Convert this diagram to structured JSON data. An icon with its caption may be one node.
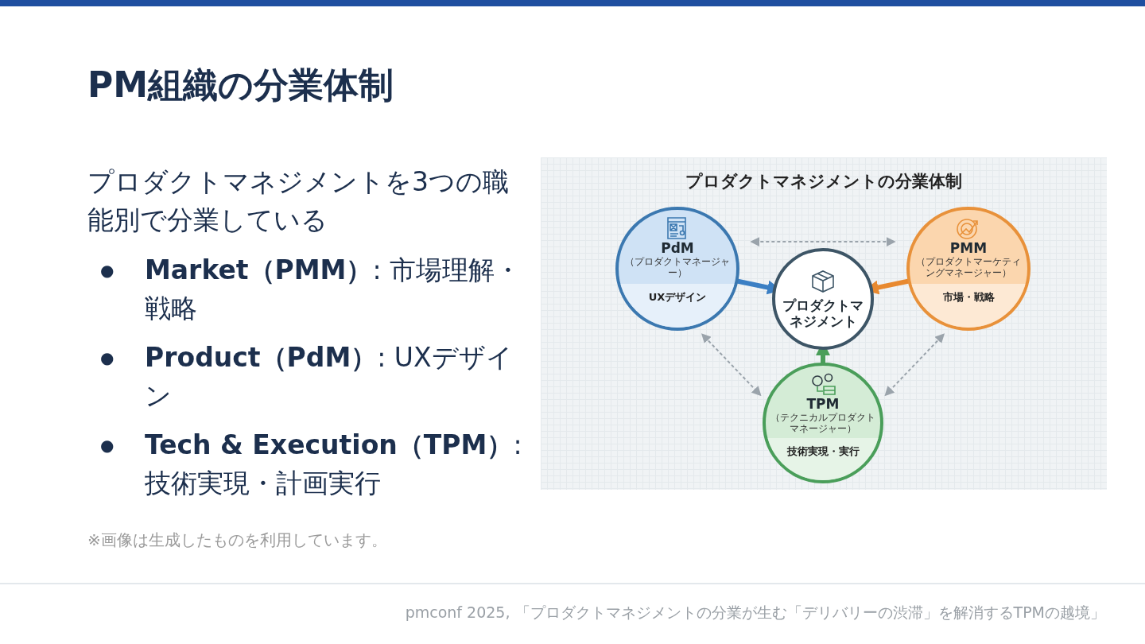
{
  "diagram": {
    "title": "PM組織の分業体制",
    "nodes": [
      {
        "text": [
          "プロダクトマネジメントの分業体制"
        ]
      },
      {
        "text": [
          "PdM",
          "（プロダクトマネージャー）",
          "UXデザイン"
        ],
        "in": 0
      },
      {
        "text": [
          "PMM",
          "（プロダクトマーケティングマネージャー）",
          "市場・戦略"
        ],
        "in": 0
      },
      {
        "text": [
          "プロダクトマネジメント"
        ],
        "in": 0
      },
      {
        "text": [
          "TPM",
          "（テクニカルプロダクトマネージャー）",
          "技術実現・実行"
        ],
        "in": 0
      }
    ],
    "edges": [
      {
        "from": 1,
        "to": 2,
        "arrow": "both",
        "style": "dashed",
        "color": "#9aa3ab"
      },
      {
        "from": 1,
        "to": 3,
        "arrow": "to",
        "style": "thick",
        "color": "#3b7fc4"
      },
      {
        "from": 2,
        "to": 3,
        "arrow": "to",
        "style": "thick",
        "color": "#e8892f"
      },
      {
        "from": 1,
        "to": 4,
        "arrow": "both",
        "style": "dashed",
        "color": "#9aa3ab"
      },
      {
        "from": 2,
        "to": 4,
        "arrow": "both",
        "style": "dashed",
        "color": "#9aa3ab"
      },
      {
        "from": 4,
        "to": 3,
        "arrow": "to",
        "style": "thick",
        "color": "#4a9e5a"
      }
    ],
    "labels": [
      "プロダクトマネジメントを3つの職能別で分業している",
      "●",
      "**Market（PMM）**: 市場理解・戦略",
      "●",
      "**Product（PdM）**: UXデザイン",
      "●",
      "**Tech & Execution（TPM）**: 技術実現・計画実行",
      "※画像は生成したものを利用しています。",
      "pmconf 2025, 「プロダクトマネジメントの分業が生む「デリバリーの渋滞」を解消するTPMの越境」"
    ]
  }
}
